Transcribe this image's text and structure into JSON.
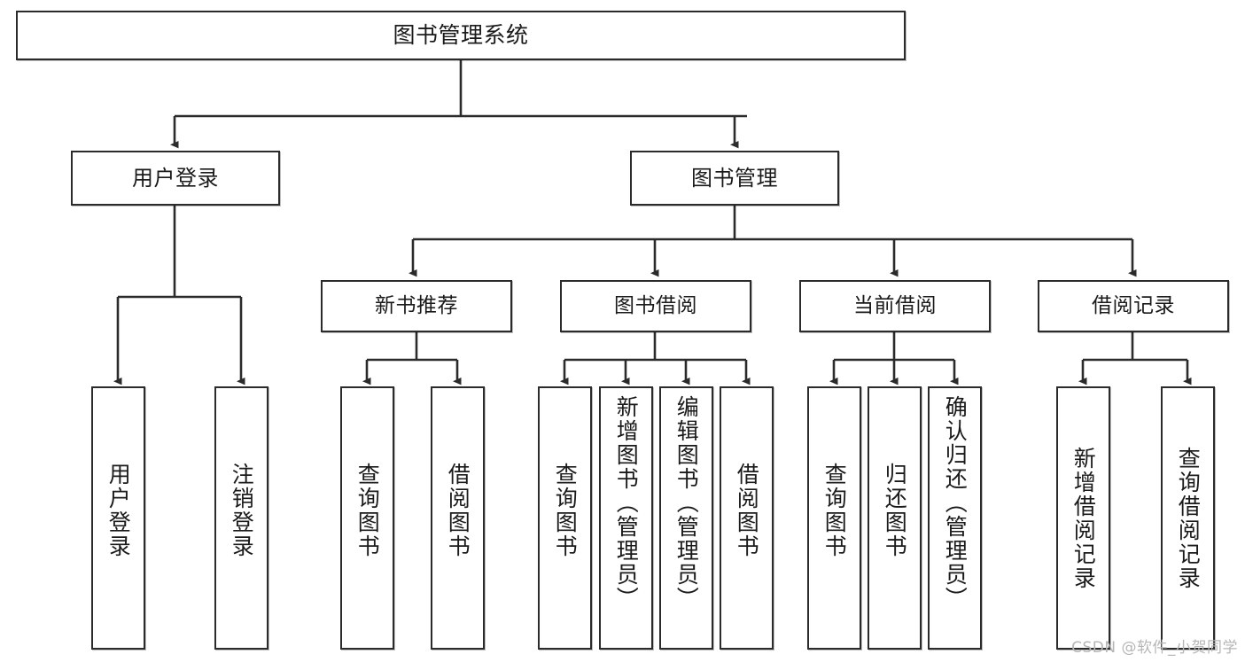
{
  "diagram": {
    "type": "tree-hierarchy",
    "title": "图书管理系统",
    "watermark": "CSDN @软件_小贺同学",
    "colors": {
      "box_border": "#2b2b2b",
      "box_fill": "#ffffff",
      "edge": "#2b2b2b",
      "text": "#1a1a1a",
      "watermark": "#b6b6b6",
      "background": "#ffffff"
    },
    "nodes": {
      "root": {
        "label": "图书管理系统"
      },
      "level2": [
        {
          "id": "user-login",
          "label": "用户登录"
        },
        {
          "id": "book-manage",
          "label": "图书管理"
        }
      ],
      "level3": [
        {
          "id": "new-book-recommend",
          "label": "新书推荐"
        },
        {
          "id": "book-borrow",
          "label": "图书借阅"
        },
        {
          "id": "current-borrow",
          "label": "当前借阅"
        },
        {
          "id": "borrow-record",
          "label": "借阅记录"
        }
      ],
      "leaves": {
        "user-login": [
          {
            "id": "leaf-user-login",
            "label": "用户登录"
          },
          {
            "id": "leaf-logout",
            "label": "注销登录"
          }
        ],
        "new-book-recommend": [
          {
            "id": "leaf-query-book-1",
            "label": "查询图书"
          },
          {
            "id": "leaf-borrow-book-1",
            "label": "借阅图书"
          }
        ],
        "book-borrow": [
          {
            "id": "leaf-query-book-2",
            "label": "查询图书"
          },
          {
            "id": "leaf-add-book",
            "label": "新增图书（管理员）"
          },
          {
            "id": "leaf-edit-book",
            "label": "编辑图书（管理员）"
          },
          {
            "id": "leaf-borrow-book-2",
            "label": "借阅图书"
          }
        ],
        "current-borrow": [
          {
            "id": "leaf-query-book-3",
            "label": "查询图书"
          },
          {
            "id": "leaf-return-book",
            "label": "归还图书"
          },
          {
            "id": "leaf-confirm-return",
            "label": "确认归还（管理员）"
          }
        ],
        "borrow-record": [
          {
            "id": "leaf-add-record",
            "label": "新增借阅记录"
          },
          {
            "id": "leaf-query-record",
            "label": "查询借阅记录"
          }
        ]
      }
    }
  }
}
